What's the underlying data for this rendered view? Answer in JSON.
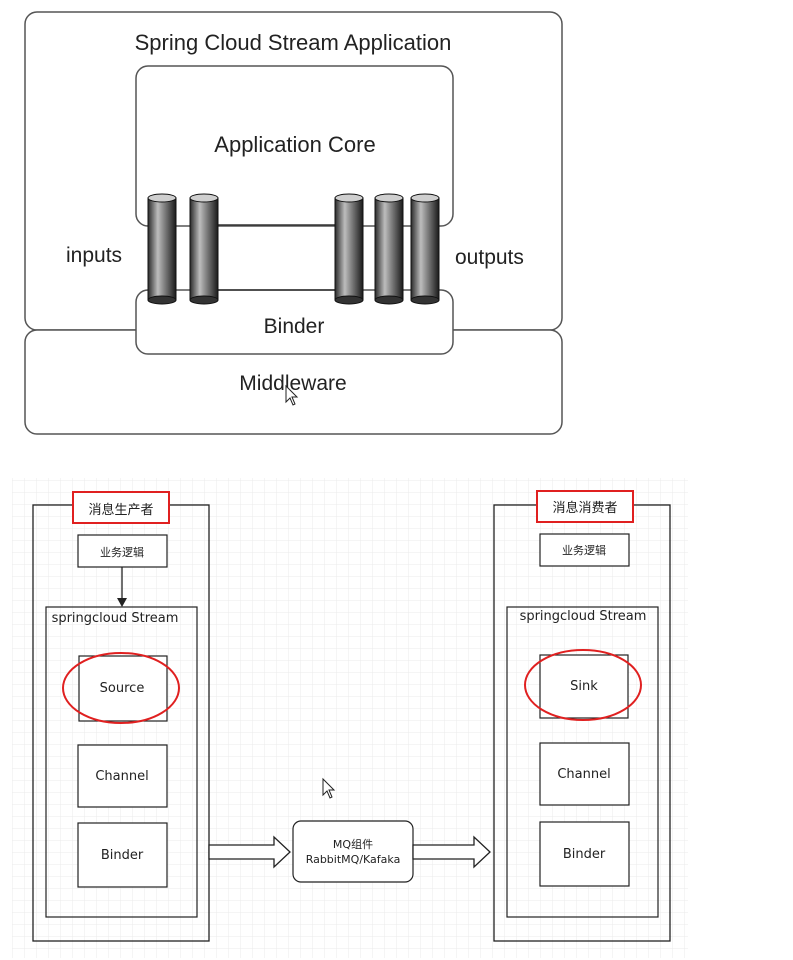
{
  "top": {
    "app_title": "Spring Cloud Stream Application",
    "core_label": "Application Core",
    "inputs_label": "inputs",
    "outputs_label": "outputs",
    "binder_label": "Binder",
    "middleware_label": "Middleware"
  },
  "bottom": {
    "producer": {
      "title": "消息生产者",
      "business_logic": "业务逻辑",
      "stream_label": "springcloud Stream",
      "first_box": "Source",
      "channel": "Channel",
      "binder": "Binder"
    },
    "consumer": {
      "title": "消息消费者",
      "business_logic": "业务逻辑",
      "stream_label": "springcloud Stream",
      "first_box": "Sink",
      "channel": "Channel",
      "binder": "Binder"
    },
    "mq": {
      "line1": "MQ组件",
      "line2": "RabbitMQ/Kafaka"
    },
    "highlight_color": "#e02020"
  }
}
